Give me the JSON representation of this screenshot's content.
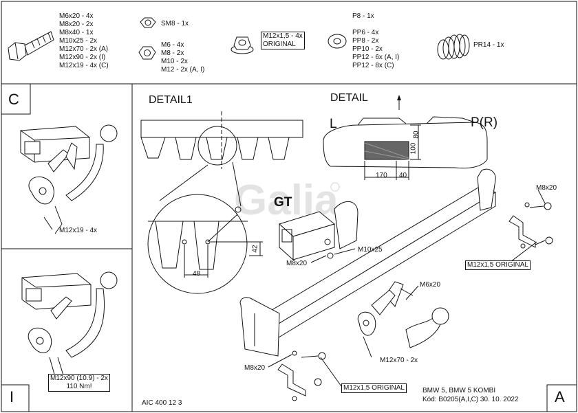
{
  "hardware": {
    "bolts": [
      "M6x20 - 4x",
      "M8x20 - 2x",
      "M8x40 - 1x",
      "M10x25 - 2x",
      "M12x70 - 2x (A)",
      "M12x90 - 2x (I)",
      "M12x19 - 4x (C)"
    ],
    "sm_nut": "SM8 - 1x",
    "nuts": [
      "M6 - 4x",
      "M8 - 2x",
      "M10 - 2x",
      "M12 - 2x (A, I)"
    ],
    "flange_nut": [
      "M12x1,5 - 4x",
      "ORIGINAL"
    ],
    "washers": [
      "P8 - 1x",
      "PP6 - 4x",
      "PP8 - 2x",
      "PP10 - 2x",
      "PP12 - 6x (A, I)",
      "PP12 - 8x (C)"
    ],
    "spring": "PR14 - 1x"
  },
  "left_panel": {
    "c_label": "C",
    "c_bolt_label": "M12x19 - 4x",
    "i_label": "I",
    "i_note": [
      "M12x90 (10.9) - 2x",
      "110 Nm!"
    ]
  },
  "detail1": {
    "title": "DETAIL1",
    "dim_42": "42",
    "dim_48": "48"
  },
  "detail": {
    "title": "DETAIL",
    "left": "L",
    "right": "P(R)",
    "dim_170": "170",
    "dim_40": "40",
    "dim_100": "100",
    "dim_80": "80"
  },
  "watermark": "Galia",
  "main": {
    "gt": "GT",
    "labels": {
      "m8x20_top": "M8x20",
      "m12_orig_top": "M12x1,5 ORIGINAL",
      "m10x25": "M10x25",
      "m8x20_left": "M8x20",
      "m6x20": "M6x20",
      "m12x70": "M12x70 - 2x",
      "m8x20_bottom": "M8x20",
      "m12_orig_bottom": "M12x1,5 ORIGINAL"
    },
    "vehicle": "BMW 5, BMW 5 KOMBI",
    "code": "Kód: B0205(A,I,C)  30. 10. 2022",
    "aic": "AIC 400 12 3",
    "a_label": "A"
  }
}
